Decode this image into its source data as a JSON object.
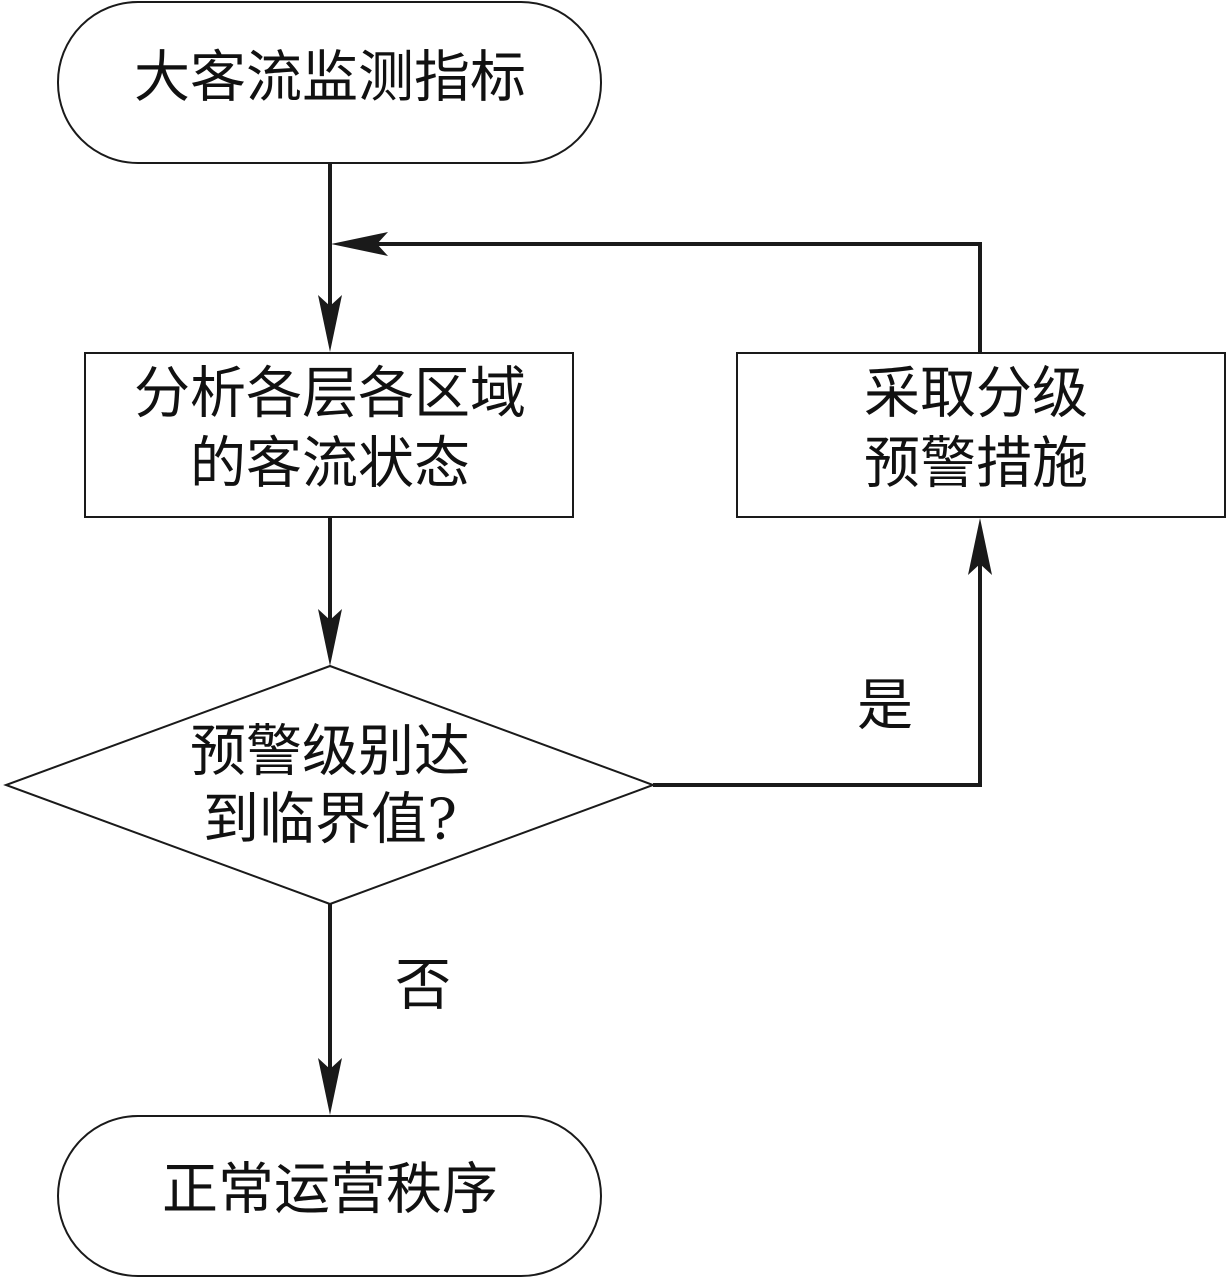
{
  "diagram": {
    "nodes": {
      "start": {
        "type": "terminal",
        "lines": [
          "大客流监测指标"
        ]
      },
      "analyze": {
        "type": "process",
        "lines": [
          "分析各层各区域",
          "的客流状态"
        ]
      },
      "decision": {
        "type": "decision",
        "lines": [
          "预警级别达",
          "到临界值?"
        ]
      },
      "measures": {
        "type": "process",
        "lines": [
          "采取分级",
          "预警措施"
        ]
      },
      "end": {
        "type": "terminal",
        "lines": [
          "正常运营秩序"
        ]
      }
    },
    "edges": {
      "yes_label": "是",
      "no_label": "否"
    },
    "colors": {
      "stroke": "#1a1a1a",
      "text": "#111111",
      "background": "#ffffff"
    }
  }
}
